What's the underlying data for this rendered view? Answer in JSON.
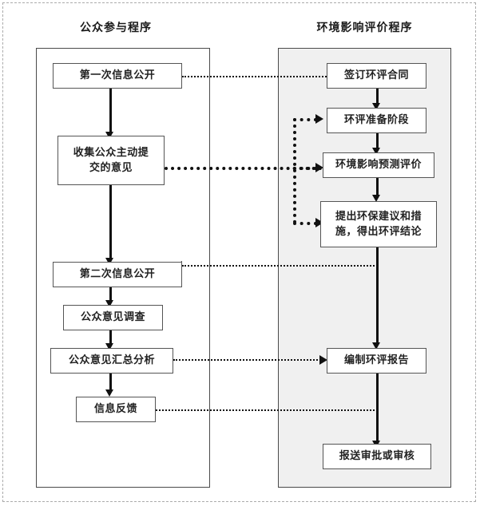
{
  "diagram": {
    "title_left": "公众参与程序",
    "title_right": "环境影响评价程序",
    "columns": {
      "left": {
        "title": "公众参与程序",
        "nodes": [
          {
            "id": "l1",
            "label": "第一次信息公开"
          },
          {
            "id": "l2",
            "label": "收集公众主动提",
            "label2": "交的意见"
          },
          {
            "id": "l3",
            "label": "第二次信息公开"
          },
          {
            "id": "l4",
            "label": "公众意见调查"
          },
          {
            "id": "l5",
            "label": "公众意见汇总分析"
          },
          {
            "id": "l6",
            "label": "信息反馈"
          }
        ]
      },
      "right": {
        "title": "环境影响评价程序",
        "nodes": [
          {
            "id": "r1",
            "label": "签订环评合同"
          },
          {
            "id": "r2",
            "label": "环评准备阶段"
          },
          {
            "id": "r3",
            "label": "环境影响预测评价"
          },
          {
            "id": "r4",
            "label": "提出环保建议和措",
            "label2": "施，得出环评结论"
          },
          {
            "id": "r5",
            "label": "编制环评报告"
          },
          {
            "id": "r6",
            "label": "报送审批或审核"
          }
        ]
      }
    },
    "connections": [
      {
        "from": "r1",
        "to": "l1",
        "style": "dotted",
        "direction": "left"
      },
      {
        "from": "l2",
        "to": "r2",
        "style": "dotted-thick",
        "direction": "right"
      },
      {
        "from": "l2",
        "to": "r3",
        "style": "dotted-thick",
        "direction": "right"
      },
      {
        "from": "l2",
        "to": "r4",
        "style": "dotted-thick",
        "direction": "right"
      },
      {
        "from": "r4",
        "to": "l3",
        "style": "dotted",
        "direction": "left"
      },
      {
        "from": "l5",
        "to": "r5",
        "style": "dotted",
        "direction": "right"
      },
      {
        "from": "r5",
        "to": "l6",
        "style": "dotted",
        "direction": "left"
      }
    ],
    "colors": {
      "panel_right_fill": "#f0f0f0",
      "panel_border": "#4a4a4a",
      "node_border": "#555555",
      "line": "#111111",
      "page_border": "#aaaaaa"
    }
  }
}
